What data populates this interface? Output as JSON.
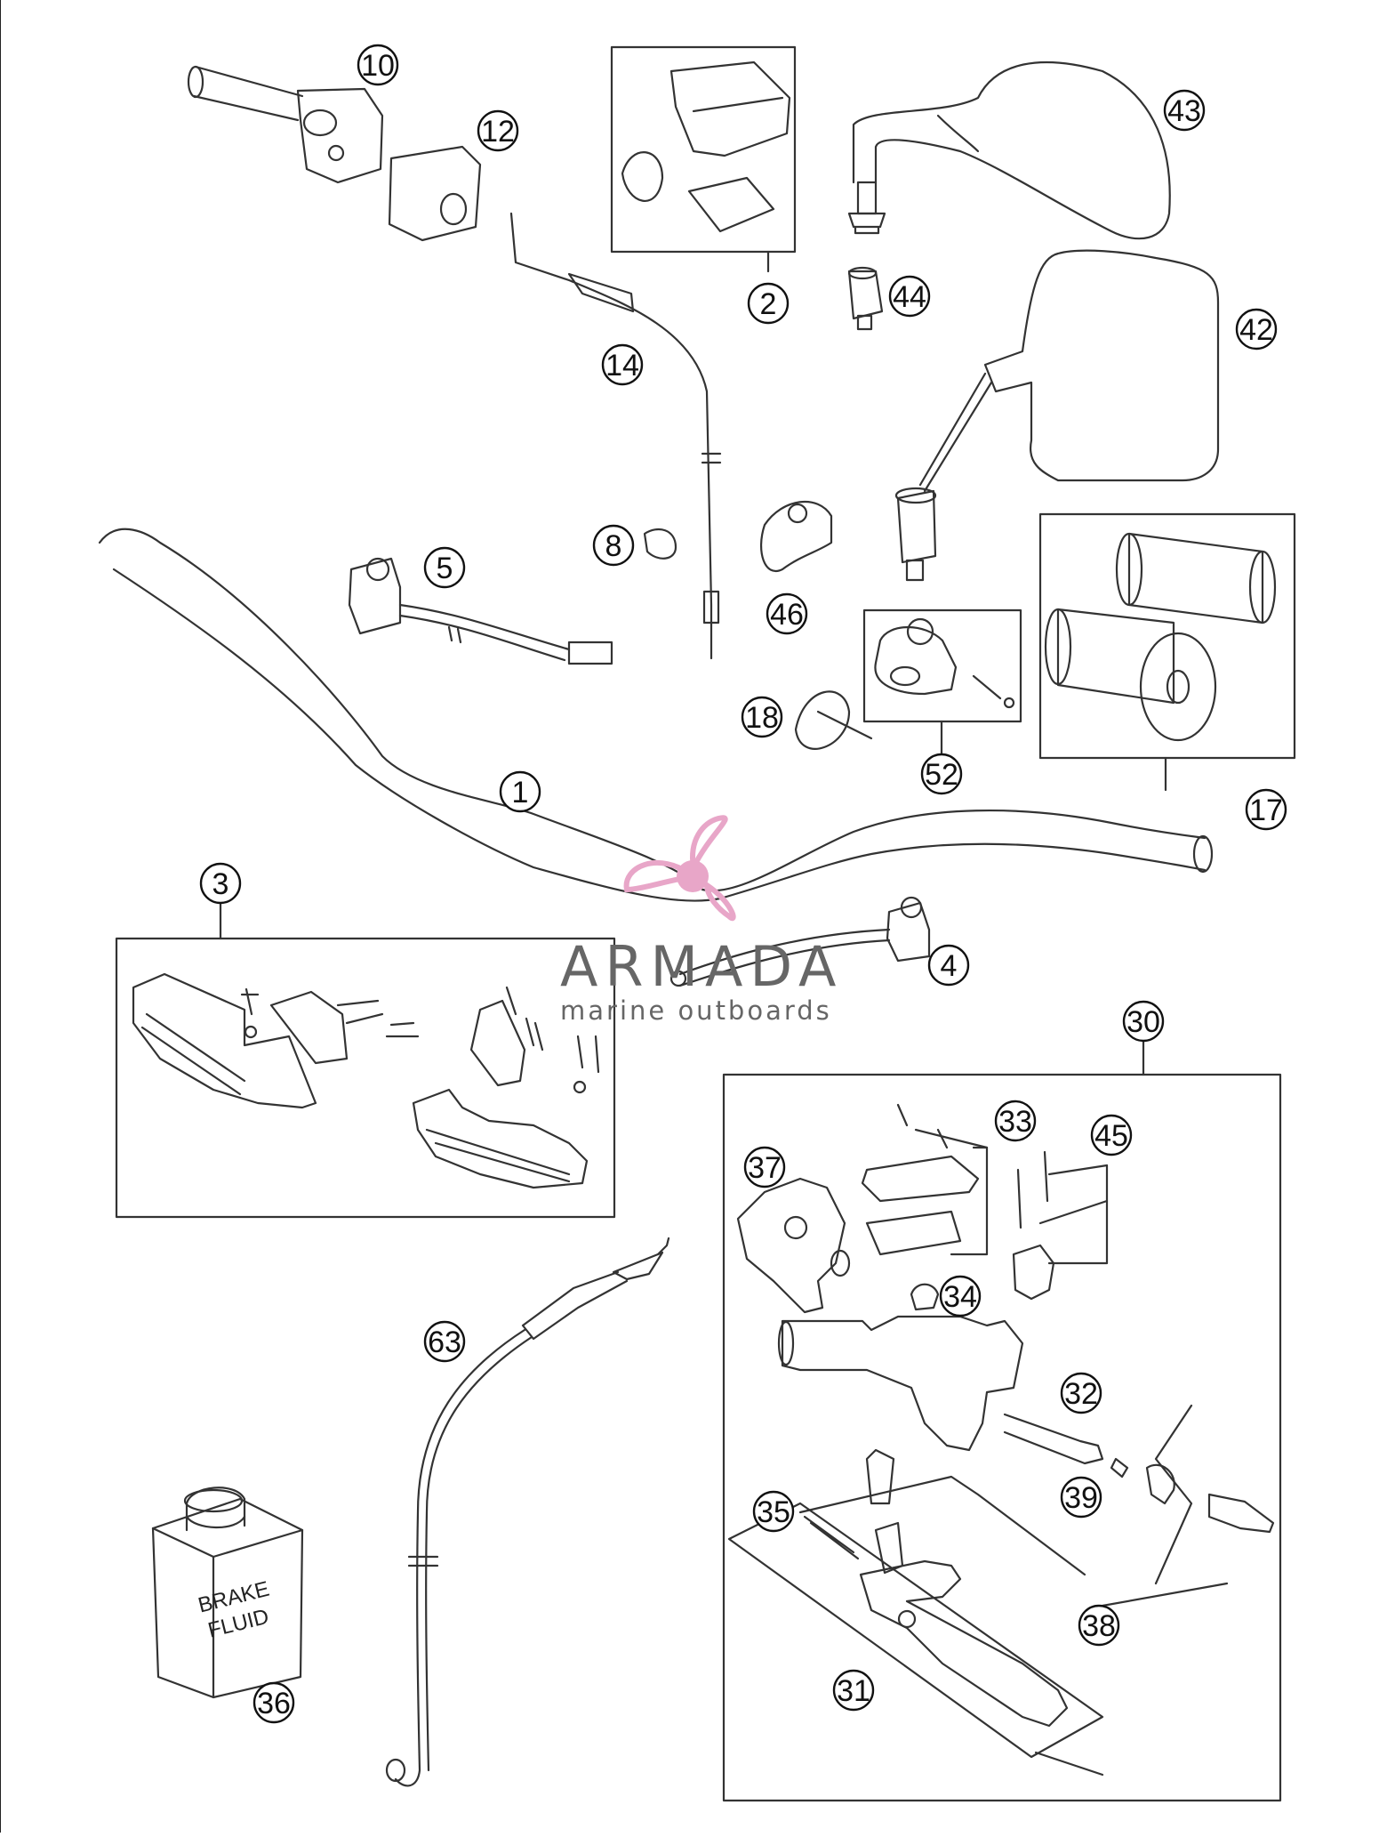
{
  "diagram": {
    "part_labels": [
      {
        "id": "p1",
        "label": "1"
      },
      {
        "id": "p2",
        "label": "2"
      },
      {
        "id": "p3",
        "label": "3"
      },
      {
        "id": "p4",
        "label": "4"
      },
      {
        "id": "p5",
        "label": "5"
      },
      {
        "id": "p8",
        "label": "8"
      },
      {
        "id": "p10",
        "label": "10"
      },
      {
        "id": "p12",
        "label": "12"
      },
      {
        "id": "p14",
        "label": "14"
      },
      {
        "id": "p17",
        "label": "17"
      },
      {
        "id": "p18",
        "label": "18"
      },
      {
        "id": "p30",
        "label": "30"
      },
      {
        "id": "p31",
        "label": "31"
      },
      {
        "id": "p32",
        "label": "32"
      },
      {
        "id": "p33",
        "label": "33"
      },
      {
        "id": "p34",
        "label": "34"
      },
      {
        "id": "p35",
        "label": "35"
      },
      {
        "id": "p36",
        "label": "36"
      },
      {
        "id": "p37",
        "label": "37"
      },
      {
        "id": "p38",
        "label": "38"
      },
      {
        "id": "p39",
        "label": "39"
      },
      {
        "id": "p42",
        "label": "42"
      },
      {
        "id": "p43",
        "label": "43"
      },
      {
        "id": "p44",
        "label": "44"
      },
      {
        "id": "p45",
        "label": "45"
      },
      {
        "id": "p46",
        "label": "46"
      },
      {
        "id": "p52",
        "label": "52"
      },
      {
        "id": "p63",
        "label": "63"
      }
    ],
    "bottle": {
      "line1": "BRAKE",
      "line2": "FLUID"
    },
    "watermark": {
      "name": "ARMADA",
      "tagline": "marine outboards",
      "color": "#e8a6c8"
    }
  }
}
